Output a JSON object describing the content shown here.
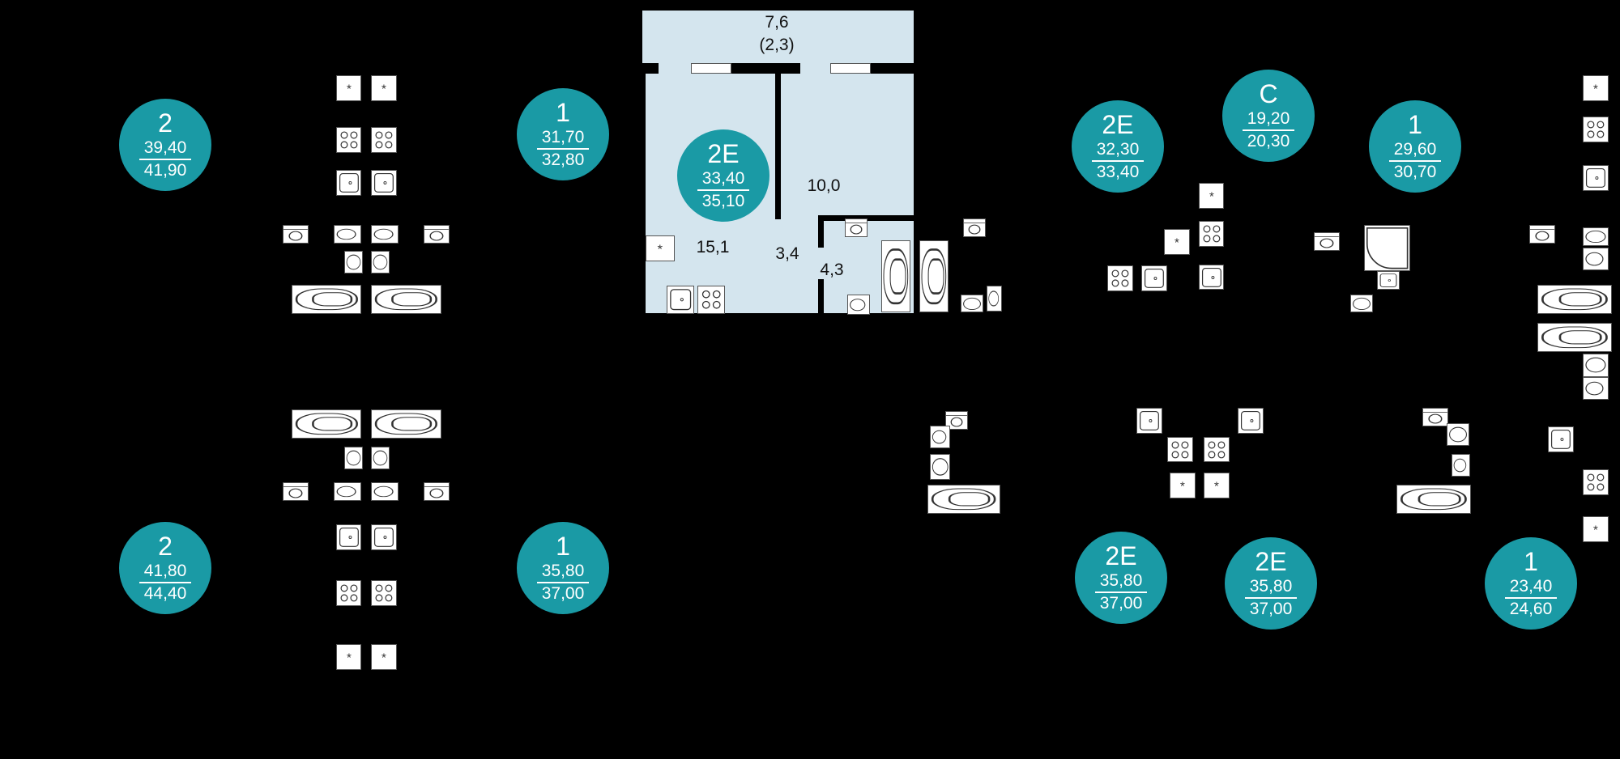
{
  "units": [
    {
      "type": "2",
      "living": "39,40",
      "total": "41,90"
    },
    {
      "type": "1",
      "living": "31,70",
      "total": "32,80"
    },
    {
      "type": "2E",
      "living": "33,40",
      "total": "35,10"
    },
    {
      "type": "2E",
      "living": "32,30",
      "total": "33,40"
    },
    {
      "type": "C",
      "living": "19,20",
      "total": "20,30"
    },
    {
      "type": "1",
      "living": "29,60",
      "total": "30,70"
    },
    {
      "type": "2",
      "living": "41,80",
      "total": "44,40"
    },
    {
      "type": "1",
      "living": "35,80",
      "total": "37,00"
    },
    {
      "type": "2E",
      "living": "35,80",
      "total": "37,00"
    },
    {
      "type": "2E",
      "living": "35,80",
      "total": "37,00"
    },
    {
      "type": "1",
      "living": "23,40",
      "total": "24,60"
    }
  ],
  "selected_apartment": {
    "balcony_area": "7,6",
    "balcony_area_reduced": "(2,3)",
    "rooms": {
      "living": "15,1",
      "kitchen": "10,0",
      "hall": "3,4",
      "bathroom": "4,3"
    }
  },
  "colors": {
    "unit_badge": "#1a9aa5",
    "selected_fill": "#d4e5ee",
    "background": "#000000"
  }
}
